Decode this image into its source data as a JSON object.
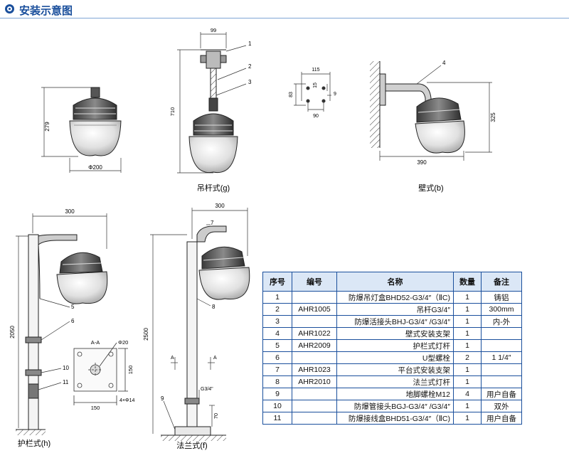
{
  "header": {
    "title": "安装示意图"
  },
  "captions": {
    "pendant": "吊杆式(g)",
    "wall": "壁式(b)",
    "guardrail": "护栏式(h)",
    "flange": "法兰式(f)"
  },
  "dimensions": {
    "lamp_height": "279",
    "lamp_diameter": "Φ200",
    "pendant_top_width": "99",
    "pendant_total_height": "710",
    "detail_115": "115",
    "detail_83": "83",
    "detail_15": "15",
    "detail_9": "9",
    "detail_90": "90",
    "wall_height": "325",
    "wall_width": "390",
    "guard_width": "300",
    "guard_height": "2050",
    "flange_width": "300",
    "flange_height": "2500",
    "section_label": "A-A",
    "section_hole": "Φ20",
    "section_150_v": "150",
    "section_150_h": "150",
    "section_bolts": "4×Φ14",
    "g34": "G3/4\"",
    "base_70": "70",
    "cut_a": "A"
  },
  "callouts": [
    "1",
    "2",
    "3",
    "4",
    "5",
    "6",
    "7",
    "8",
    "9",
    "10",
    "11"
  ],
  "parts_table": {
    "headers": [
      "序号",
      "编号",
      "名称",
      "数量",
      "备注"
    ],
    "rows": [
      {
        "no": "1",
        "code": "",
        "name": "防爆吊灯盒BHD52-G3/4″（ⅡC)",
        "qty": "1",
        "note": "铸铝"
      },
      {
        "no": "2",
        "code": "AHR1005",
        "name": "吊杆G3/4″",
        "qty": "1",
        "note": "300mm"
      },
      {
        "no": "3",
        "code": "",
        "name": "防爆活接头BHJ-G3/4″ /G3/4″",
        "qty": "1",
        "note": "内-外"
      },
      {
        "no": "4",
        "code": "AHR1022",
        "name": "壁式安装支架",
        "qty": "1",
        "note": ""
      },
      {
        "no": "5",
        "code": "AHR2009",
        "name": "护栏式灯杆",
        "qty": "1",
        "note": ""
      },
      {
        "no": "6",
        "code": "",
        "name": "U型螺栓",
        "qty": "2",
        "note": "1 1/4″"
      },
      {
        "no": "7",
        "code": "AHR1023",
        "name": "平台式安装支架",
        "qty": "1",
        "note": ""
      },
      {
        "no": "8",
        "code": "AHR2010",
        "name": "法兰式灯杆",
        "qty": "1",
        "note": ""
      },
      {
        "no": "9",
        "code": "",
        "name": "地脚螺栓M12",
        "qty": "4",
        "note": "用户自备"
      },
      {
        "no": "10",
        "code": "",
        "name": "防爆管接头BGJ-G3/4″ /G3/4″",
        "qty": "1",
        "note": "双外"
      },
      {
        "no": "11",
        "code": "",
        "name": "防爆接线盒BHD51-G3/4″（ⅡC)",
        "qty": "1",
        "note": "用户自备"
      }
    ]
  }
}
